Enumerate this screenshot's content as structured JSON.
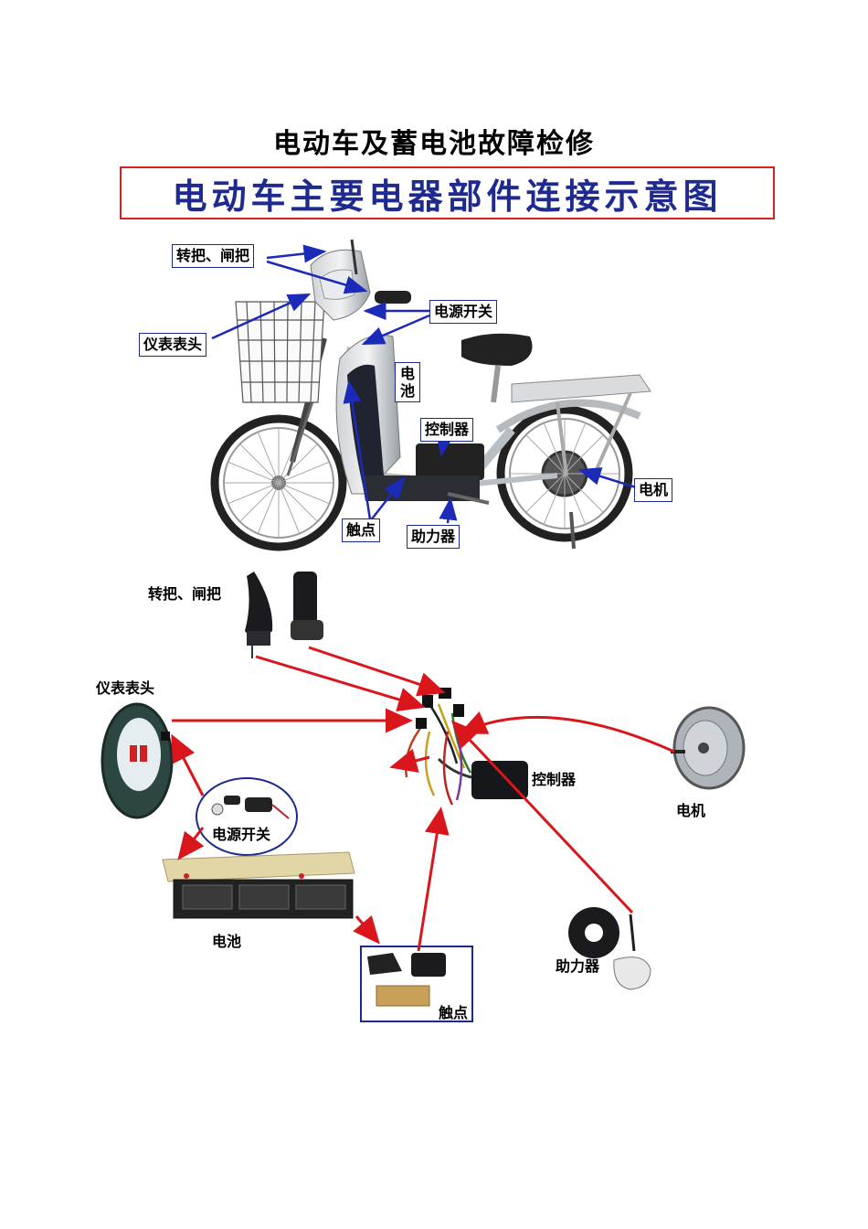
{
  "page": {
    "title": "电动车及蓄电池故障检修",
    "banner": "电动车主要电器部件连接示意图"
  },
  "photo_labels": {
    "throttle_brake": "转把、闸把",
    "power_switch": "电源开关",
    "meter": "仪表表头",
    "battery": "电池",
    "controller": "控制器",
    "motor": "电机",
    "contact": "触点",
    "assist": "助力器"
  },
  "wiring_labels": {
    "throttle_brake": "转把、闸把",
    "meter": "仪表表头",
    "controller": "控制器",
    "motor": "电机",
    "power_switch": "电源开关",
    "battery": "电池",
    "contact": "触点",
    "assist": "助力器"
  },
  "colors": {
    "banner_border": "#d9221f",
    "banner_text": "#1e2a8f",
    "photo_arrows": "#1b2ab8",
    "wiring_arrows": "#d9161b"
  }
}
